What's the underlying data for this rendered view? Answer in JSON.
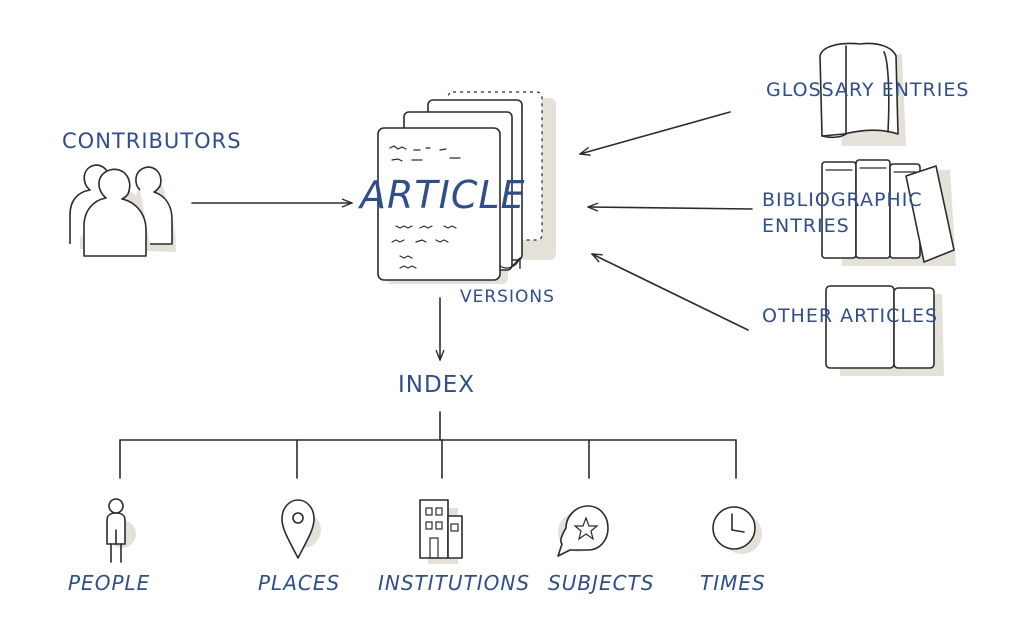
{
  "labels": {
    "contributors": "CONTRIBUTORS",
    "article": "ARTICLE",
    "versions": "VERSIONS",
    "index": "INDEX",
    "glossary_entries": "GLOSSARY ENTRIES",
    "bibliographic_line1": "BIBLIOGRAPHIC",
    "bibliographic_line2": "ENTRIES",
    "other_articles": "OTHER ARTICLES"
  },
  "index_categories": [
    {
      "label": "PEOPLE",
      "icon": "person-icon"
    },
    {
      "label": "PLACES",
      "icon": "map-pin-icon"
    },
    {
      "label": "INSTITUTIONS",
      "icon": "building-icon"
    },
    {
      "label": "SUBJECTS",
      "icon": "speech-star-icon"
    },
    {
      "label": "TIMES",
      "icon": "clock-icon"
    }
  ],
  "colors": {
    "label_ink": "#2f4e8e",
    "line_ink": "#2b2b2b",
    "shadow": "#e4e1d8"
  }
}
